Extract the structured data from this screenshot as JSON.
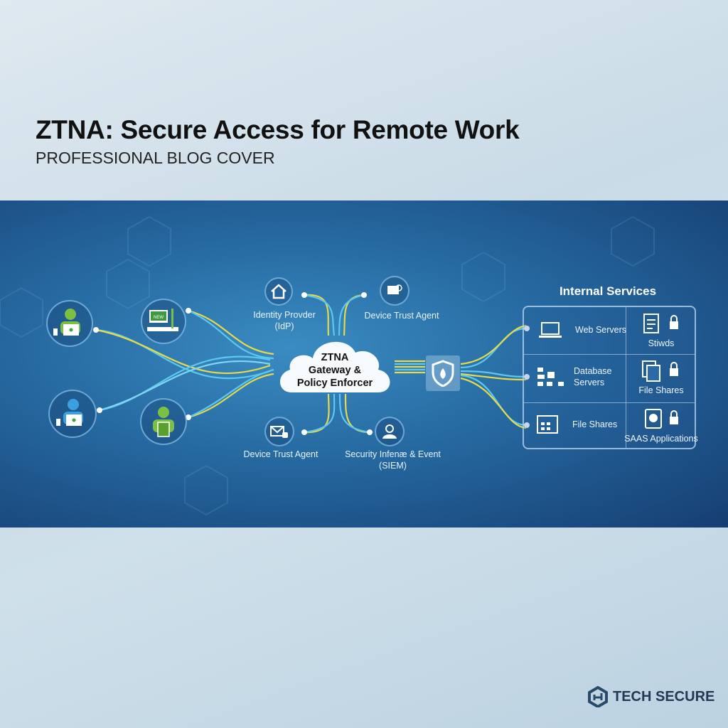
{
  "header": {
    "title": "ZTNA: Secure Access for Remote Work",
    "subtitle": "PROFESSIONAL BLOG COVER"
  },
  "diagram": {
    "users": [
      {
        "icon": "remote-user-laptop-icon"
      },
      {
        "icon": "workstation-icon",
        "screen_text": "NEW"
      },
      {
        "icon": "remote-user-laptop-icon"
      },
      {
        "icon": "remote-user-tablet-icon"
      }
    ],
    "gateway": {
      "line1": "ZTNA",
      "line2": "Gateway &",
      "line3": "Policy Enforcer"
    },
    "components": {
      "idp": {
        "line1": "Identity Provder",
        "line2": "(IdP)"
      },
      "device_trust_top": "Device Trust Agent",
      "device_trust_bottom": "Device Trust Agent",
      "siem": {
        "line1": "Security Infenæ & Event",
        "line2": "(SIEM)"
      }
    },
    "internal_services": {
      "title": "Internal Services",
      "left": [
        "Web Servers",
        "Database Servers",
        "File Shares"
      ],
      "right": [
        "Stiwds",
        "File Shares",
        "SAAS Applications"
      ]
    },
    "colors": {
      "accent_yellow": "#e8d84a",
      "accent_cyan": "#5cc8f0",
      "user_green": "#7cc043",
      "user_blue": "#3aa0e0"
    }
  },
  "brand": {
    "name": "TECH SECURE"
  }
}
